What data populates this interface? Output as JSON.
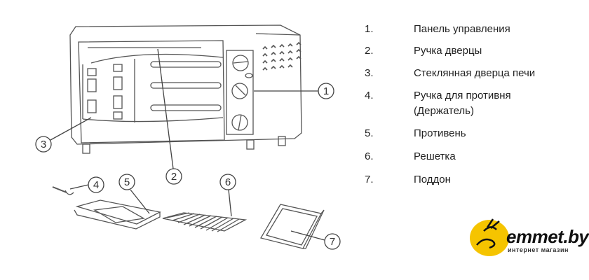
{
  "callouts": [
    "1",
    "2",
    "3",
    "4",
    "5",
    "6",
    "7"
  ],
  "legend": [
    {
      "num": "1.",
      "label": "Панель управления"
    },
    {
      "num": "2.",
      "label": "Ручка дверцы"
    },
    {
      "num": "3.",
      "label": "Стеклянная дверца печи"
    },
    {
      "num": "4.",
      "label": "Ручка для противня",
      "label2": "(Держатель)"
    },
    {
      "num": "5.",
      "label": "Противень"
    },
    {
      "num": "6.",
      "label": "Решетка"
    },
    {
      "num": "7.",
      "label": "Поддон"
    }
  ],
  "logo": {
    "name": "emmet.by",
    "tagline": "интернет магазин",
    "color": "#f5c400"
  }
}
